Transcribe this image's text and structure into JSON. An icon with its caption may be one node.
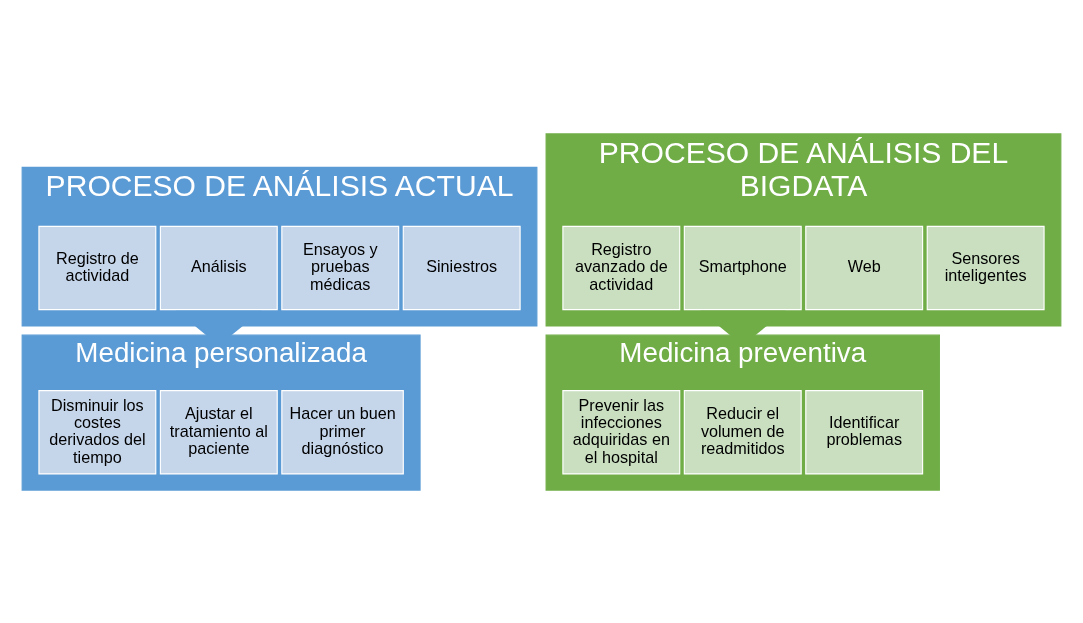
{
  "diagram": {
    "nodes": [
      {
        "text": [
          "PROCESO DE ANÁLISIS ACTUAL"
        ]
      },
      {
        "text": [
          "Siniestros"
        ],
        "in": 0
      },
      {
        "text": [
          "Ensayos y pruebas médicas"
        ],
        "in": 0
      },
      {
        "text": [
          "Análisis"
        ],
        "in": 0
      },
      {
        "text": [
          "Registro de actividad"
        ],
        "in": 0
      },
      {
        "text": [
          "Medicina personalizada"
        ]
      },
      {
        "text": [
          "Hacer un buen primer diagnóstico"
        ],
        "in": 5
      },
      {
        "text": [
          "Ajustar el tratamiento al paciente"
        ],
        "in": 5
      },
      {
        "text": [
          "Disminuir los costes derivados del tiempo"
        ],
        "in": 5
      },
      {
        "text": [
          "PROCESO DE ANÁLISIS DEL BIGDATA"
        ]
      },
      {
        "text": [
          "Sensores inteligentes"
        ],
        "in": 9
      },
      {
        "text": [
          "Web"
        ],
        "in": 9
      },
      {
        "text": [
          "Smartphone"
        ],
        "in": 9
      },
      {
        "text": [
          "Registro avanzado de actividad"
        ],
        "in": 9
      },
      {
        "text": [
          "Medicina preventiva"
        ]
      },
      {
        "text": [
          "Identificar problemas"
        ],
        "in": 14
      },
      {
        "text": [
          "Reducir el volumen de readmitidos"
        ],
        "in": 14
      },
      {
        "text": [
          "Prevenir las infecciones adquiridas en el hospital"
        ],
        "in": 14
      }
    ],
    "edges": [
      {
        "from": 0,
        "to": 5,
        "arrow": "to",
        "style": "thick",
        "color": "#5b9bd5"
      },
      {
        "from": 9,
        "to": 14,
        "arrow": "to",
        "style": "thick",
        "color": "#70ad47"
      }
    ]
  }
}
